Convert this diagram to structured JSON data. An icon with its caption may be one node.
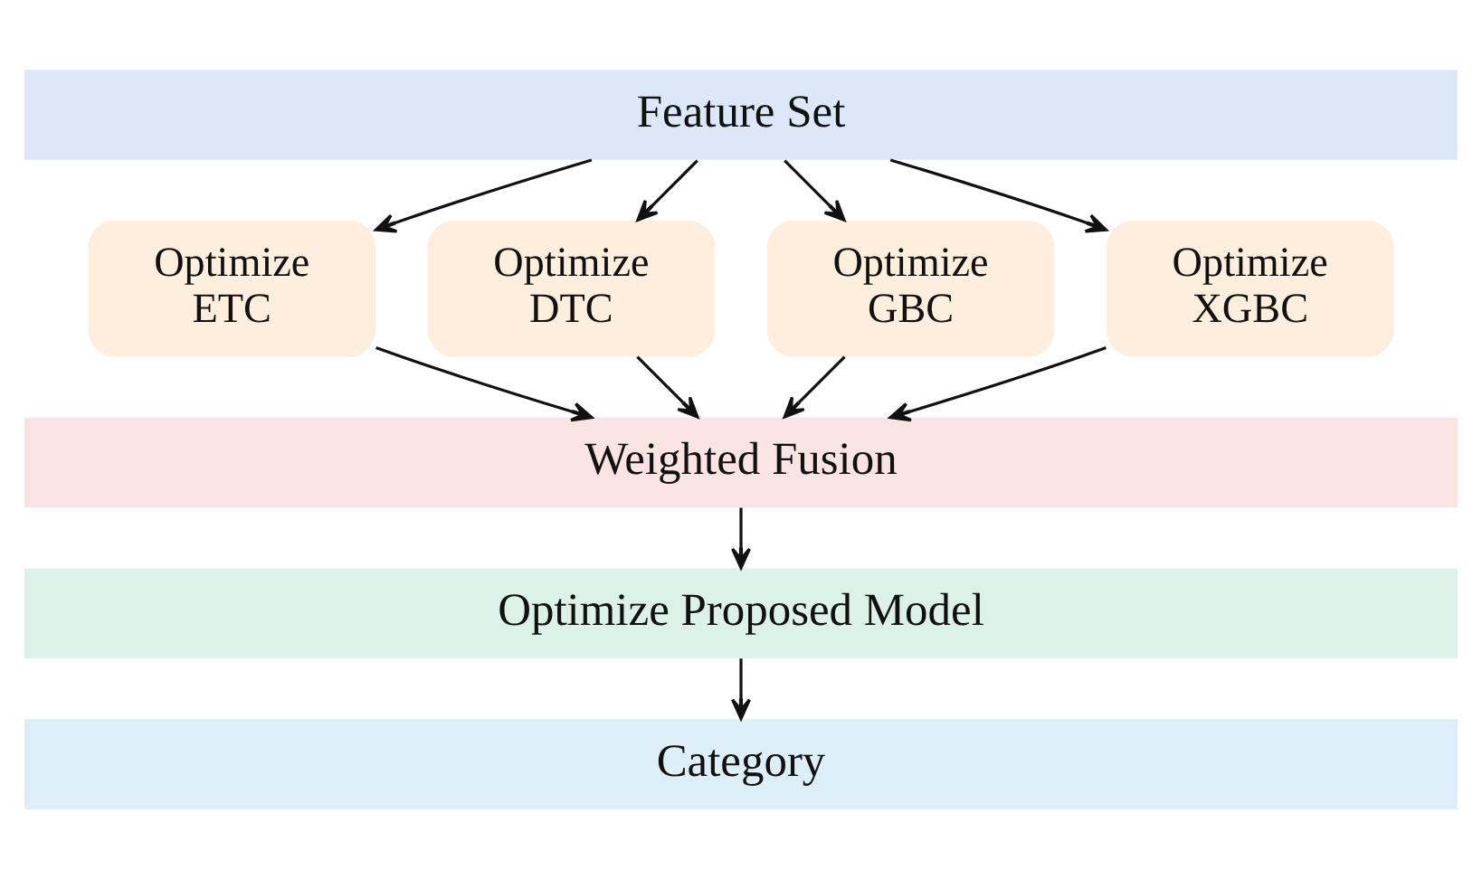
{
  "diagram": {
    "nodes": [
      {
        "text": [
          "Feature Set"
        ]
      },
      {
        "text": [
          "Optimize ETC"
        ]
      },
      {
        "text": [
          "Optimize DTC"
        ]
      },
      {
        "text": [
          "Optimize GBC"
        ]
      },
      {
        "text": [
          "Optimize XGBC"
        ]
      },
      {
        "text": [
          "Weighted Fusion"
        ]
      },
      {
        "text": [
          "Optimize Proposed Model"
        ]
      },
      {
        "text": [
          "Category"
        ]
      }
    ],
    "edges": [
      {
        "from": 0,
        "to": 1,
        "arrow": "to"
      },
      {
        "from": 0,
        "to": 2,
        "arrow": "to"
      },
      {
        "from": 0,
        "to": 3,
        "arrow": "to"
      },
      {
        "from": 0,
        "to": 4,
        "arrow": "to"
      },
      {
        "from": 1,
        "to": 5,
        "arrow": "to"
      },
      {
        "from": 2,
        "to": 5,
        "arrow": "to"
      },
      {
        "from": 3,
        "to": 5,
        "arrow": "to"
      },
      {
        "from": 4,
        "to": 5,
        "arrow": "to"
      },
      {
        "from": 5,
        "to": 6,
        "arrow": "to"
      },
      {
        "from": 6,
        "to": 7,
        "arrow": "to"
      }
    ]
  }
}
